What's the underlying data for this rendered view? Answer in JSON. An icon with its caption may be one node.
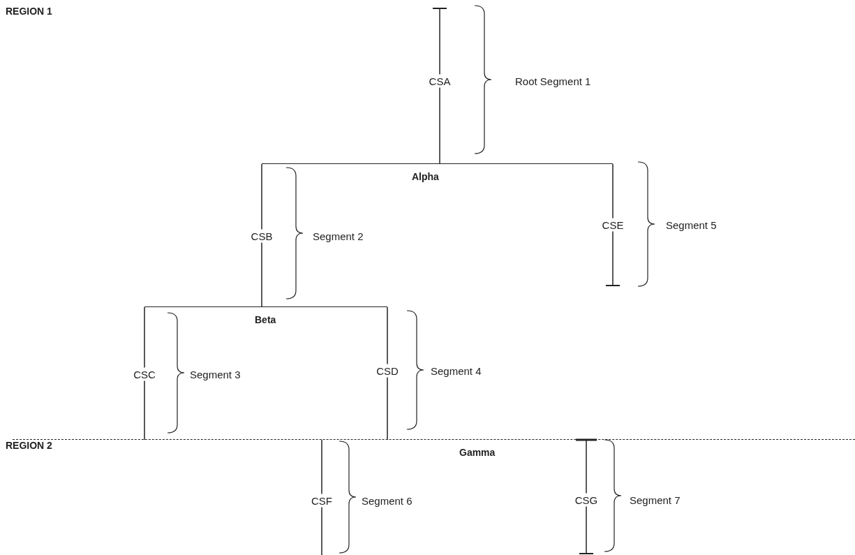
{
  "diagram": {
    "nodes": [
      {
        "text": [],
        "shape": "bar"
      },
      {
        "text": [
          "Alpha"
        ]
      },
      {
        "text": [],
        "shape": "bar"
      },
      {
        "text": [
          "Beta"
        ]
      },
      {
        "text": [
          "Gamma"
        ]
      },
      {
        "text": [],
        "shape": "bar"
      }
    ],
    "edges": [
      {
        "from": 0,
        "to": 1,
        "arrow": "none",
        "label": "CSA"
      },
      {
        "from": 1,
        "to": 3,
        "arrow": "none",
        "label": "CSB"
      },
      {
        "from": 1,
        "to": 2,
        "arrow": "none",
        "label": "CSE"
      },
      {
        "from": 3,
        "to": 4,
        "arrow": "none",
        "label": "CSC"
      },
      {
        "from": 3,
        "to": 4,
        "arrow": "none",
        "label": "CSD"
      },
      {
        "from": 4,
        "to": null,
        "arrow": "none",
        "label": "CSF"
      },
      {
        "from": 4,
        "to": 5,
        "arrow": "other",
        "label": "CSG"
      }
    ],
    "labels": [
      "REGION 1",
      "Root Segment 1",
      "Segment 2",
      "Segment 5",
      "Segment 3",
      "Segment 4",
      "REGION 2",
      "Segment 6",
      "Segment 7"
    ]
  }
}
